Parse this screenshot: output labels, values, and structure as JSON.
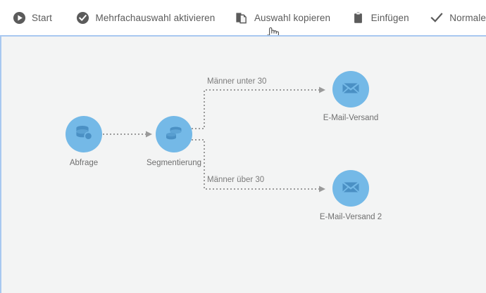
{
  "toolbar": {
    "items": [
      {
        "label": "Start",
        "icon": "play-circle-icon"
      },
      {
        "label": "Mehrfachauswahl aktivieren",
        "icon": "check-circle-icon"
      },
      {
        "label": "Auswahl kopieren",
        "icon": "copy-icon"
      },
      {
        "label": "Einfügen",
        "icon": "clipboard-paste-icon"
      },
      {
        "label": "Normale",
        "icon": "checkmark-icon"
      }
    ],
    "text_color": "#5b5b5b"
  },
  "canvas": {
    "background_color": "#f3f4f4",
    "border_color": "#a8c8f0",
    "node_color": "#74b9e7",
    "node_icon_color": "#4a90c4",
    "connector_color": "#9a9a9a",
    "nodes": [
      {
        "id": "abfrage",
        "label": "Abfrage",
        "icon": "database-query-icon"
      },
      {
        "id": "segment",
        "label": "Segmentierung",
        "icon": "segmentation-icon"
      },
      {
        "id": "mail1",
        "label": "E-Mail-Versand",
        "icon": "envelope-icon"
      },
      {
        "id": "mail2",
        "label": "E-Mail-Versand\n2",
        "icon": "envelope-icon"
      }
    ],
    "edge_labels": [
      {
        "id": "edge1",
        "label": "Männer unter 30"
      },
      {
        "id": "edge2",
        "label": "Männer über 30"
      }
    ]
  },
  "cursor": {
    "type": "pointing-hand"
  }
}
